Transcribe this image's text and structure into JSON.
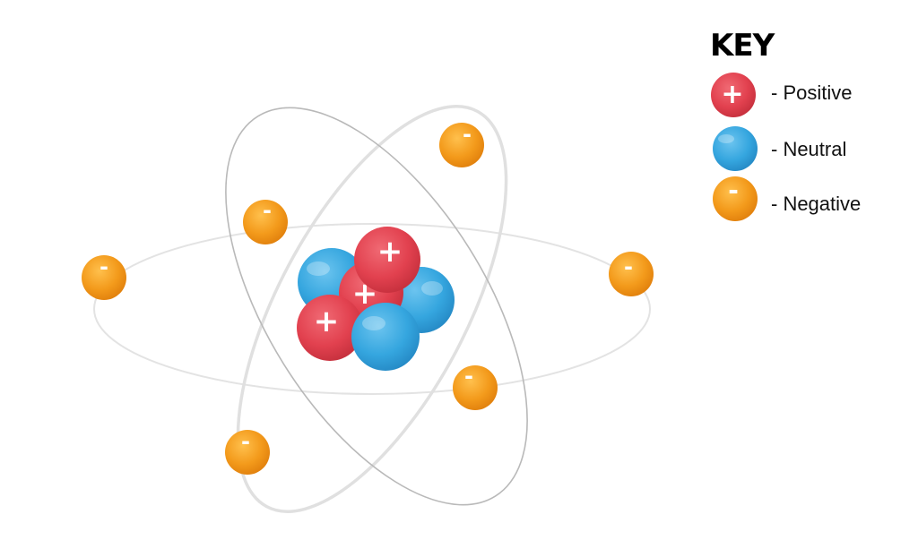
{
  "key": {
    "title": "KEY",
    "items": [
      {
        "kind": "proton",
        "symbol": "+",
        "label": "- Positive"
      },
      {
        "kind": "neutron",
        "symbol": "",
        "label": "- Neutral"
      },
      {
        "kind": "electron",
        "symbol": "-",
        "label": "- Negative"
      }
    ]
  },
  "symbols": {
    "proton": "+",
    "electron": "-"
  },
  "colors": {
    "proton": "#e2414f",
    "neutron": "#35a6df",
    "electron": "#f39a1b",
    "orbit": "#dcdcdc"
  }
}
